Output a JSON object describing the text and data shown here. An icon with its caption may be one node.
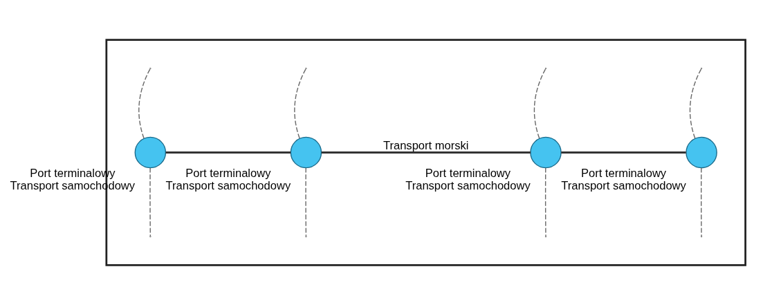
{
  "diagram": {
    "nodes": [
      {
        "text": [],
        "shape": "parallelogram"
      },
      {
        "text": [],
        "shape": "circle",
        "in": 0,
        "beside": [
          "Port terminalowy",
          "Transport samochodowy"
        ]
      },
      {
        "text": [],
        "shape": "circle",
        "in": 0,
        "beside": [
          "Port terminalowy",
          "Transport samochodowy"
        ]
      },
      {
        "text": [],
        "shape": "circle",
        "in": 0,
        "beside": [
          "Port terminalowy",
          "Transport samochodowy"
        ]
      },
      {
        "text": [],
        "shape": "circle",
        "in": 0,
        "beside": [
          "Port terminalowy",
          "Transport samochodowy"
        ]
      }
    ],
    "edges": [
      {
        "from": 1,
        "to": 2,
        "arrow": "none"
      },
      {
        "from": 2,
        "to": 3,
        "arrow": "none",
        "label": "Transport morski"
      },
      {
        "from": 3,
        "to": 4,
        "arrow": "none"
      },
      {
        "from": 1,
        "to": null,
        "arrow": "none",
        "style": "dashed"
      },
      {
        "from": 1,
        "to": null,
        "arrow": "none",
        "style": "dashed"
      },
      {
        "from": 2,
        "to": null,
        "arrow": "none",
        "style": "dashed"
      },
      {
        "from": 2,
        "to": null,
        "arrow": "none",
        "style": "dashed"
      },
      {
        "from": 3,
        "to": null,
        "arrow": "none",
        "style": "dashed"
      },
      {
        "from": 3,
        "to": null,
        "arrow": "none",
        "style": "dashed"
      },
      {
        "from": 4,
        "to": null,
        "arrow": "none",
        "style": "dashed"
      },
      {
        "from": 4,
        "to": null,
        "arrow": "none",
        "style": "dashed"
      }
    ]
  }
}
